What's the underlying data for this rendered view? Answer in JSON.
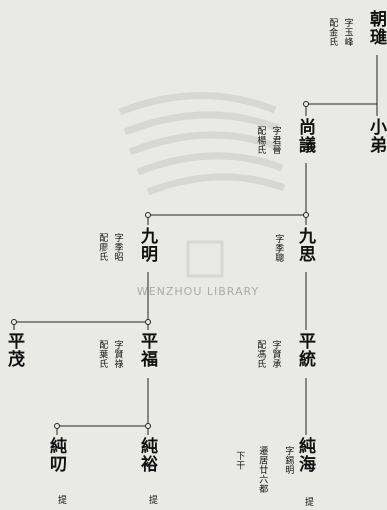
{
  "watermark": {
    "text": "WENZHOU LIBRARY"
  },
  "persons": {
    "chaojiao": {
      "name": "朝璡",
      "zi": "字玉峰",
      "spouse": "配金氏"
    },
    "xiaodi": {
      "name": "小弟"
    },
    "shangyi": {
      "name": "尚議",
      "zi": "字君晉",
      "spouse": "配楊氏"
    },
    "jiuming": {
      "name": "九明",
      "zi": "字季昭",
      "spouse": "配廖氏"
    },
    "jiusi": {
      "name": "九思",
      "zi": "字季聰"
    },
    "pingmao": {
      "name": "平茂"
    },
    "pingfu": {
      "name": "平福",
      "zi": "字賢祿",
      "spouse": "配葉氏"
    },
    "pingtong": {
      "name": "平統",
      "zi": "字賢承",
      "spouse": "配馮氏"
    },
    "chunji": {
      "name": "純叨",
      "mark": "提"
    },
    "chunyu": {
      "name": "純裕",
      "mark": "提"
    },
    "chunhai": {
      "name": "純海",
      "zi": "字錫明",
      "residence": "遷居廿六都",
      "residence2": "下干",
      "mark": "提"
    }
  }
}
